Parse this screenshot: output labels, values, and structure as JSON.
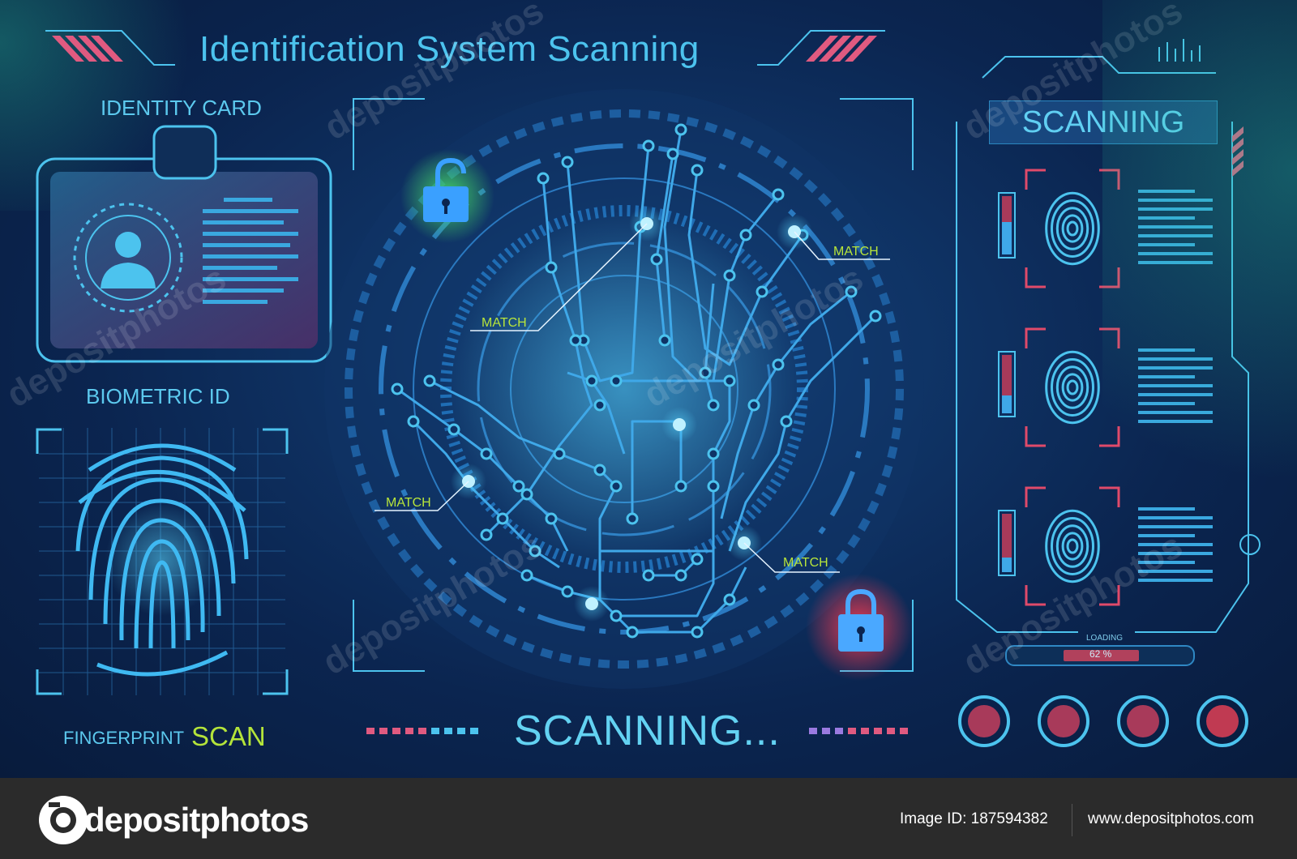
{
  "header": {
    "title": "Identification System Scanning"
  },
  "identity_card": {
    "title": "IDENTITY CARD",
    "icons": [
      "lanyard-clip-icon",
      "user-avatar-icon",
      "text-lines"
    ]
  },
  "biometric": {
    "title": "BIOMETRIC ID",
    "fingerprint_label": "FINGERPRINT",
    "scan_label": "SCAN",
    "icon": "fingerprint-icon"
  },
  "hand_scan": {
    "matches": [
      "MATCH",
      "MATCH",
      "MATCH",
      "MATCH"
    ],
    "locks": [
      {
        "state": "unlocked",
        "color": "#3aa0ff",
        "glow": "#3ee06a"
      },
      {
        "state": "locked",
        "color": "#4aa8ff",
        "glow": "#ff3b50"
      }
    ],
    "status": "SCANNING..."
  },
  "right_panel": {
    "title": "SCANNING",
    "fingerprints": [
      {
        "level": 0.55
      },
      {
        "level": 0.3
      },
      {
        "level": 0.25
      }
    ],
    "loading": {
      "label": "LOADING",
      "percent_text": "62 %",
      "percent": 0.62
    },
    "buttons": [
      "record-button",
      "record-button",
      "record-button",
      "record-button"
    ]
  },
  "colors": {
    "accent": "#4cc3ee",
    "match": "#b9e63a",
    "alert": "#e04a6a",
    "bg": "#0b2550"
  },
  "watermark": {
    "brand": "depositphotos",
    "image_id_label": "Image ID:",
    "image_id": "187594382",
    "site": "www.depositphotos.com"
  }
}
